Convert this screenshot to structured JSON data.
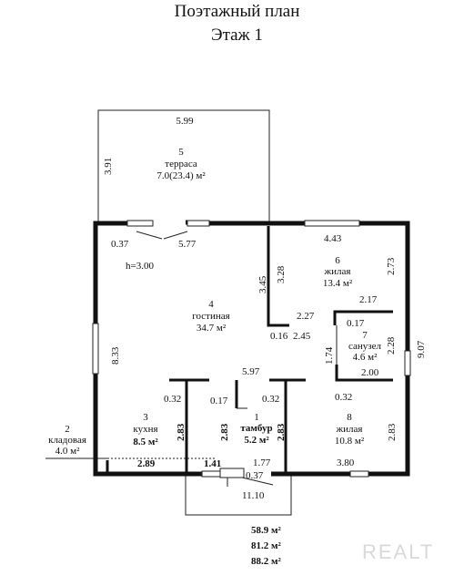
{
  "header": {
    "line1": "Поэтажный план",
    "line2": "Этаж 1"
  },
  "rooms": {
    "r5": {
      "num": "5",
      "name": "терраса",
      "area": "7.0(23.4) м²"
    },
    "r6": {
      "num": "6",
      "name": "жилая",
      "area": "13.4 м²"
    },
    "r4": {
      "num": "4",
      "name": "гостиная",
      "area": "34.7 м²"
    },
    "r7": {
      "num": "7",
      "name": "санузел",
      "area": "4.6 м²"
    },
    "r3": {
      "num": "3",
      "name": "кухня",
      "area": "8.5 м²"
    },
    "r1": {
      "num": "1",
      "name": "тамбур",
      "area": "5.2 м²"
    },
    "r8": {
      "num": "8",
      "name": "жилая",
      "area": "10.8 м²"
    },
    "r2": {
      "num": "2",
      "name": "кладовая",
      "area": "4.0 м²"
    }
  },
  "height": "h=3.00",
  "dims": {
    "d599": "5.99",
    "d391": "3.91",
    "d037a": "0.37",
    "d577": "5.77",
    "d443": "4.43",
    "d345": "3.45",
    "d328": "3.28",
    "d273": "2.73",
    "d217": "2.17",
    "d227": "2.27",
    "d017a": "0.17",
    "d016": "0.16",
    "d245": "2.45",
    "d228": "2.28",
    "d907": "9.07",
    "d833": "8.33",
    "d174": "1.74",
    "d200": "2.00",
    "d597": "5.97",
    "d032a": "0.32",
    "d017b": "0.17",
    "d032b": "0.32",
    "d032c": "0.32",
    "d283a": "2.83",
    "d283b": "2.83",
    "d283c": "2.83",
    "d283d": "2.83",
    "d177": "1.77",
    "d380": "3.80",
    "d289": "2.89",
    "d141": "1.41",
    "d037b": "0.37",
    "d1110": "11.10"
  },
  "totals": {
    "t1": "58.9 м²",
    "t2": "81.2 м²",
    "t3": "88.2 м²"
  },
  "watermark": "REALT"
}
